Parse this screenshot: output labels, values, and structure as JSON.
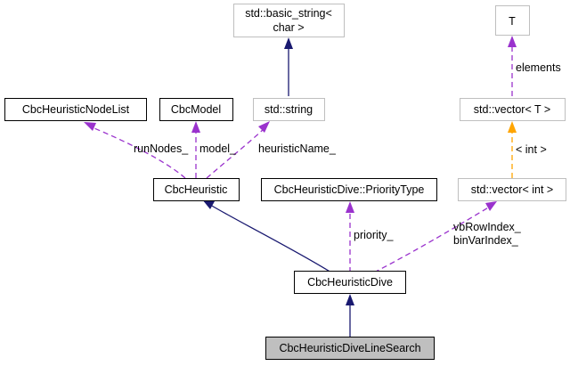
{
  "nodes": {
    "basic_string": [
      "std::basic_string<",
      "char >"
    ],
    "T": [
      "T"
    ],
    "node_list": [
      "CbcHeuristicNodeList"
    ],
    "model": [
      "CbcModel"
    ],
    "string": [
      "std::string"
    ],
    "vector_T": [
      "std::vector< T >"
    ],
    "heuristic": [
      "CbcHeuristic"
    ],
    "priority_type": [
      "CbcHeuristicDive::PriorityType"
    ],
    "vector_int": [
      "std::vector< int >"
    ],
    "dive": [
      "CbcHeuristicDive"
    ],
    "line_search": [
      "CbcHeuristicDiveLineSearch"
    ]
  },
  "edge_labels": {
    "elements": "elements",
    "int_param": "< int >",
    "run_nodes": "runNodes_",
    "model": "model_",
    "heuristic_name": "heuristicName_",
    "priority": "priority_",
    "vb_row_index": "vbRowIndex_",
    "bin_var_index": "binVarIndex_"
  },
  "colors": {
    "inheritance": "#191970",
    "usage": "#9a32cd",
    "template_instance": "#ffa500",
    "external_box": "#bfbfbf",
    "current_class_fill": "#bfbfbf"
  }
}
